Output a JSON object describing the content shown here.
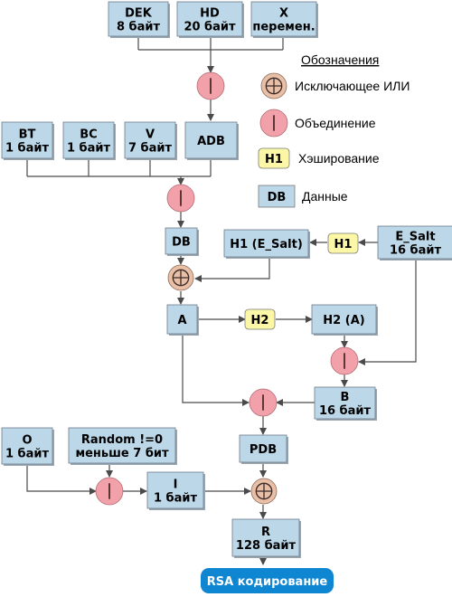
{
  "colors": {
    "data_box": "#bcd7e8",
    "hash_box": "#fbf7a6",
    "union_circle": "#f2a0a9",
    "xor_circle": "#e9bfa6",
    "rsa_box": "#0f86d2",
    "line": "#4a4a4a"
  },
  "icons": {
    "xor": "circled-plus-icon",
    "union": "circled-bar-icon"
  },
  "boxes": {
    "dek": [
      "DEK",
      "8 байт"
    ],
    "hd": [
      "HD",
      "20 байт"
    ],
    "x": [
      "X",
      "перемен."
    ],
    "bt": [
      "BT",
      "1 байт"
    ],
    "bc": [
      "BC",
      "1 байт"
    ],
    "v": [
      "V",
      "7 байт"
    ],
    "adb": [
      "ADB"
    ],
    "db": [
      "DB"
    ],
    "h1esalt": [
      "H1 (E_Salt)"
    ],
    "esalt": [
      "E_Salt",
      "16 байт"
    ],
    "a": [
      "A"
    ],
    "h2a": [
      "H2 (A)"
    ],
    "b": [
      "B",
      "16 байт"
    ],
    "o": [
      "O",
      "1 байт"
    ],
    "random": [
      "Random !=0",
      "меньше 7 бит"
    ],
    "i": [
      "I",
      "1 байт"
    ],
    "pdb": [
      "PDB"
    ],
    "r": [
      "R",
      "128 байт"
    ]
  },
  "hash_tags": {
    "h1": "H1",
    "h2": "H2"
  },
  "rsa": "RSA кодирование",
  "legend": {
    "title": "Обозначения",
    "xor": "Исключающее ИЛИ",
    "union": "Объединение",
    "hash_tag": "H1",
    "hash": "Хэширование",
    "data_tag": "DB",
    "data": "Данные"
  }
}
